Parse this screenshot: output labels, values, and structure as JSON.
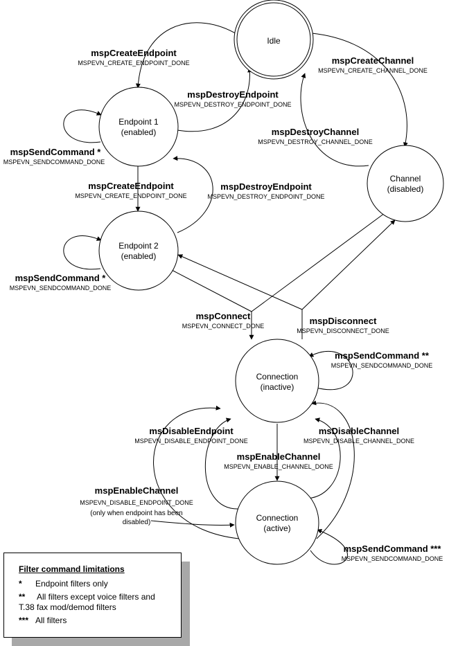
{
  "states": {
    "idle": "Idle",
    "endpoint1": [
      "Endpoint 1",
      "(enabled)"
    ],
    "endpoint2": [
      "Endpoint 2",
      "(enabled)"
    ],
    "channel": [
      "Channel",
      "(disabled)"
    ],
    "conn_inactive": [
      "Connection",
      "(inactive)"
    ],
    "conn_active": [
      "Connection",
      "(active)"
    ]
  },
  "transitions": {
    "create_endpoint_1": {
      "name": "mspCreateEndpoint",
      "done": "MSPEVN_CREATE_ENDPOINT_DONE"
    },
    "destroy_endpoint_1": {
      "name": "mspDestroyEndpoint",
      "done": "MSPEVN_DESTROY_ENDPOINT_DONE"
    },
    "create_channel": {
      "name": "mspCreateChannel",
      "done": "MSPEVN_CREATE_CHANNEL_DONE"
    },
    "destroy_channel": {
      "name": "mspDestroyChannel",
      "done": "MSPEVN_DESTROY_CHANNEL_DONE"
    },
    "send_command_ep1": {
      "name": "mspSendCommand *",
      "done": "MSPEVN_SENDCOMMAND_DONE"
    },
    "create_endpoint_2": {
      "name": "mspCreateEndpoint",
      "done": "MSPEVN_CREATE_ENDPOINT_DONE"
    },
    "destroy_endpoint_2": {
      "name": "mspDestroyEndpoint",
      "done": "MSPEVN_DESTROY_ENDPOINT_DONE"
    },
    "send_command_ep2": {
      "name": "mspSendCommand *",
      "done": "MSPEVN_SENDCOMMAND_DONE"
    },
    "connect": {
      "name": "mspConnect",
      "done": "MSPEVN_CONNECT_DONE"
    },
    "disconnect": {
      "name": "mspDisconnect",
      "done": "MSPEVN_DISCONNECT_DONE"
    },
    "send_command_inactive": {
      "name": "mspSendCommand **",
      "done": "MSPEVN_SENDCOMMAND_DONE"
    },
    "disable_endpoint": {
      "name": "msDisableEndpoint",
      "done": "MSPEVN_DISABLE_ENDPOINT_DONE"
    },
    "disable_channel": {
      "name": "msDisableChannel",
      "done": "MSPEVN_DISABLE_CHANNEL_DONE"
    },
    "enable_channel": {
      "name": "mspEnableChannel",
      "done": "MSPEVN_ENABLE_CHANNEL_DONE"
    },
    "enable_channel_ep": {
      "name": "mspEnableChannel",
      "done": "MSPEVN_DISABLE_ENDPOINT_DONE",
      "note": [
        "(only when endpoint has been",
        "disabled)"
      ]
    },
    "send_command_active": {
      "name": "mspSendCommand ***",
      "done": "MSPEVN_SENDCOMMAND_DONE"
    }
  },
  "legend": {
    "title": "Filter command limitations",
    "rows": [
      {
        "marker": "*",
        "text": [
          "Endpoint filters only"
        ]
      },
      {
        "marker": "**",
        "text": [
          "All filters except voice filters and",
          "T.38 fax mod/demod filters"
        ]
      },
      {
        "marker": "***",
        "text": [
          "All filters"
        ]
      }
    ]
  }
}
